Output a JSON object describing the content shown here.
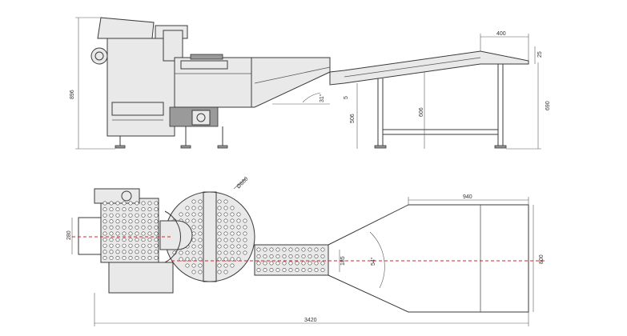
{
  "dimensions": {
    "side_width_top": "400",
    "side_right_small": "25",
    "side_total_height": "896",
    "side_right_height": "690",
    "side_mid_height_a": "506",
    "side_mid_height_b": "606",
    "side_angle_a": "31°",
    "side_angle_b": "5",
    "top_diameter": "Ø680",
    "top_width_far": "940",
    "top_left_height": "280",
    "top_right_height": "800",
    "top_channel": "185",
    "top_angle": "54°",
    "top_total_length": "3420"
  }
}
